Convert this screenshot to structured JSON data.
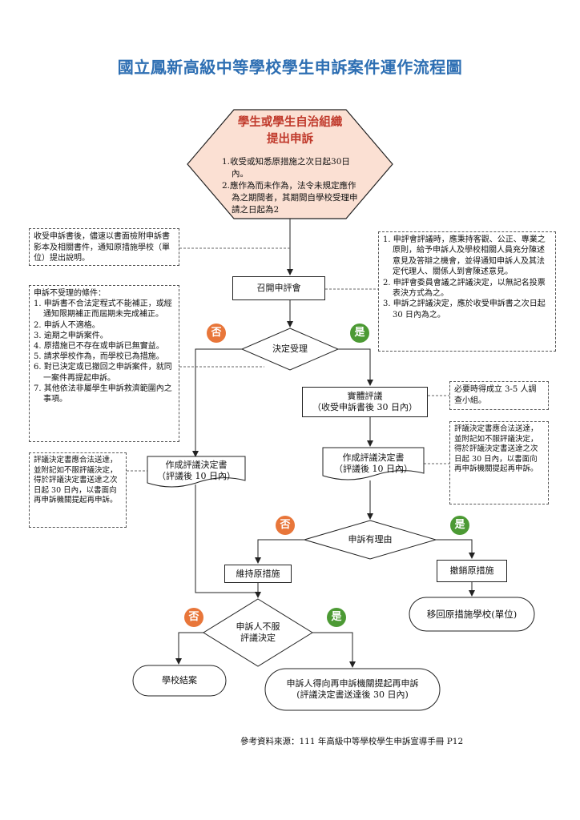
{
  "title": "國立鳳新高級中等學校學生申訴案件運作流程圖",
  "start": {
    "title_line1": "學生或學生自治組織",
    "title_line2": "提出申訴",
    "items": [
      "1.收受或知悉原措施之次日起30日內。",
      "2.應作為而未作為，法令未規定應作為之期間者，其期間自學校受理申請之日起為2"
    ]
  },
  "notes": {
    "left_top": "收受申訴書後，儘速以書面檢附申訴書影本及相關書件，通知原措施學校（單位）提出說明。",
    "right_top": [
      "1. 申評會評議時，應秉持客觀、公正、專業之原則，給予申訴人及學校相關人員充分陳述意見及答辯之機會，並得通知申訴人及其法定代理人、關係人到會陳述意見。",
      "2. 申評會委員會議之評議決定，以無記名投票表決方式為之。",
      "3. 申訴之評議決定，應於收受申訴書之次日起 30 日內為之。"
    ],
    "not_accepted_title": "申訴不受理的條件：",
    "not_accepted_items": [
      "1. 申訴書不合法定程式不能補正，或經通知限期補正而屆期未完成補正。",
      "2. 申訴人不適格。",
      "3. 逾期之申訴案件。",
      "4. 原措施已不存在或申訴已無實益。",
      "5. 請求學校作為，而學校已為措施。",
      "6. 對已決定或已撤回之申訴案件，就同一案件再提起申訴。",
      "7. 其他依法非屬學生申訴救濟範圍內之事項。"
    ],
    "investigation": "必要時得成立 3-5 人調查小組。",
    "left_decision": "評議決定書應合法送達，並附記如不服評議決定，得於評議決定書送達之次日起 30 日內，以書面向再申訴機關提起再申訴。",
    "right_decision": "評議決定書應合法送達，並附記如不服評議決定，得於評議決定書送達之次日起 30 日內，以書面向再申訴機關提起再申訴。"
  },
  "nodes": {
    "convene": "召開申評會",
    "accept_decision": "決定受理",
    "substantive_line1": "實體評議",
    "substantive_line2": "（收受申訴書後 30 日內）",
    "left_doc_line1": "作成評議決定書",
    "left_doc_line2": "（評議後 10 日內）",
    "right_doc_line1": "作成評議決定書",
    "right_doc_line2": "（評議後 10 日內）",
    "reason_decision": "申訴有理由",
    "maintain": "維持原措施",
    "revoke": "撤銷原措施",
    "return_school": "移回原措施學校(單位)",
    "dissatisfied_line1": "申訴人不服",
    "dissatisfied_line2": "評議決定",
    "school_end": "學校結案",
    "reappeal_line1": "申訴人得向再申訴機關提起再申訴",
    "reappeal_line2": "(評議決定書送達後 30 日內)"
  },
  "badges": {
    "no": "否",
    "yes": "是"
  },
  "source": "參考資料來源：111 年高級中等學校學生申訴宣導手冊 P12",
  "colors": {
    "title": "#2e6fb3",
    "hex_fill": "#fbe0d3",
    "hex_title": "#c0392b",
    "no": "#e8763a",
    "yes": "#4c9a34"
  }
}
